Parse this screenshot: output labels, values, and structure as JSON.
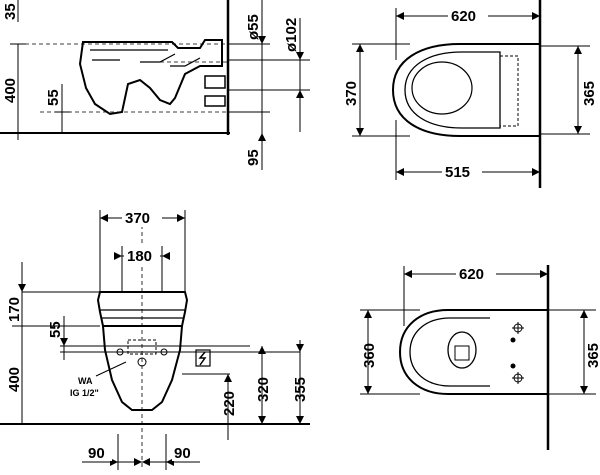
{
  "views": {
    "side_top": {
      "labels": {
        "top_clip": "35",
        "height_400": "400",
        "height_55": "55",
        "dia_55": "ø55",
        "dia_102": "ø102",
        "dim_95": "95"
      }
    },
    "plan_top": {
      "labels": {
        "width_620": "620",
        "depth_370": "370",
        "depth_365": "365",
        "width_515": "515"
      }
    },
    "front": {
      "labels": {
        "width_370": "370",
        "width_180": "180",
        "height_170": "170",
        "height_55": "55",
        "height_400": "400",
        "height_220": "220",
        "height_320": "320",
        "height_355": "355",
        "spacing_90_left": "90",
        "spacing_90_right": "90",
        "note_wa": "WA",
        "note_ig": "IG 1/2\""
      }
    },
    "plan_bottom": {
      "labels": {
        "width_620": "620",
        "depth_360": "360",
        "depth_365": "365"
      }
    }
  }
}
